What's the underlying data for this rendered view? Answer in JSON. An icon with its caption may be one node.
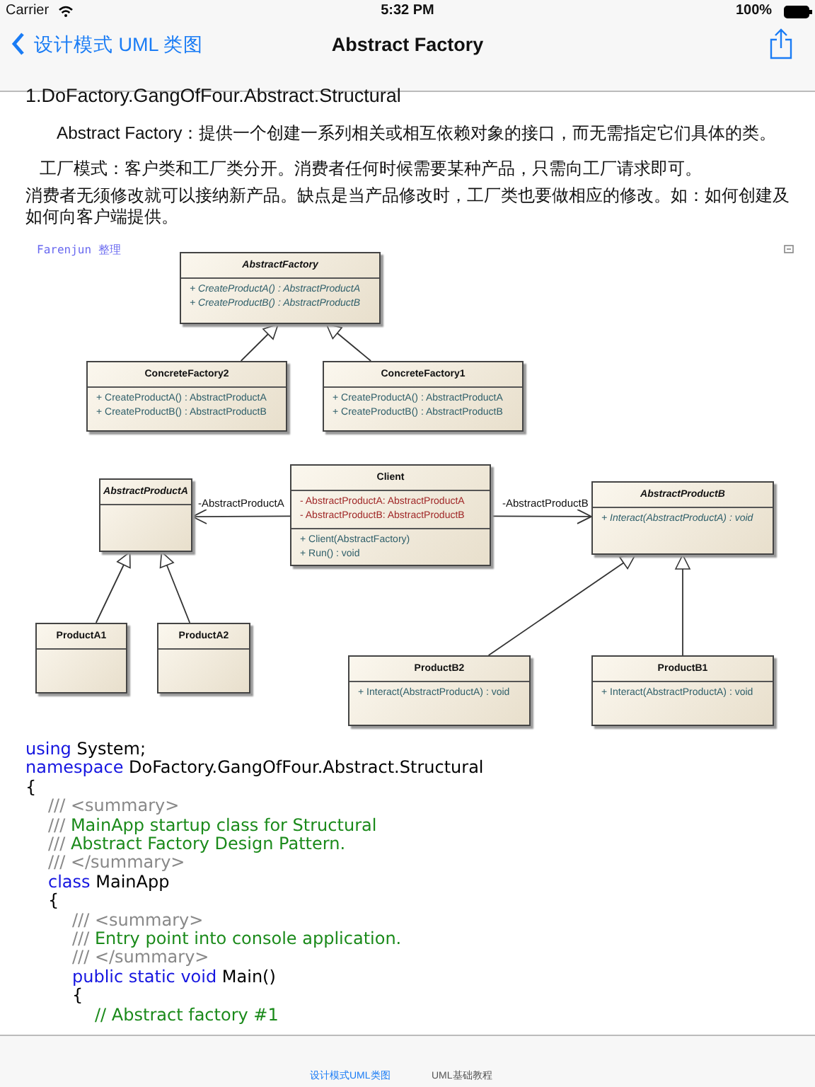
{
  "diagram": {
    "title": "Abstract Factory",
    "nodes": [
      {
        "text": [
          "AbstractFactory",
          "+ CreateProductA() : AbstractProductA",
          "+ CreateProductB() : AbstractProductB"
        ]
      },
      {
        "text": [
          "ConcreteFactory2",
          "+ CreateProductA() : AbstractProductA",
          "+ CreateProductB() : AbstractProductB"
        ]
      },
      {
        "text": [
          "ConcreteFactory1",
          "+ CreateProductA() : AbstractProductA",
          "+ CreateProductB() : AbstractProductB"
        ]
      },
      {
        "text": [
          "AbstractProductA"
        ]
      },
      {
        "text": [
          "Client",
          "- AbstractProductA:  AbstractProductA",
          "- AbstractProductB:  AbstractProductB",
          "+ Client(AbstractFactory)",
          "+ Run() : void"
        ]
      },
      {
        "text": [
          "AbstractProductB",
          "+ Interact(AbstractProductA) : void"
        ]
      },
      {
        "text": [
          "ProductA1"
        ]
      },
      {
        "text": [
          "ProductA2"
        ]
      },
      {
        "text": [
          "ProductB2",
          "+ Interact(AbstractProductA) : void"
        ]
      },
      {
        "text": [
          "ProductB1",
          "+ Interact(AbstractProductA) : void"
        ]
      }
    ],
    "edges": [
      {
        "from": 1,
        "to": 0,
        "arrow": "to"
      },
      {
        "from": 2,
        "to": 0,
        "arrow": "to"
      },
      {
        "from": 4,
        "to": 3,
        "arrow": "to",
        "label": "-AbstractProductA"
      },
      {
        "from": 4,
        "to": 5,
        "arrow": "to",
        "label": "-AbstractProductB"
      },
      {
        "from": 6,
        "to": 3,
        "arrow": "to"
      },
      {
        "from": 7,
        "to": 3,
        "arrow": "to"
      },
      {
        "from": 8,
        "to": 5,
        "arrow": "to"
      },
      {
        "from": 9,
        "to": 5,
        "arrow": "to"
      }
    ],
    "labels": [
      "Carrier",
      "5:32 PM",
      "100%",
      "设计模式 UML 类图",
      "1.DoFactory.GangOfFour.Abstract.Structural",
      "Abstract Factory：提供一个创建一系列相关或相互依赖对象的接口，而无需指定它们具体的类。",
      "工厂模式：客户类和工厂类分开。消费者任何时候需要某种产品，只需向工厂请求即可。",
      "消费者无须修改就可以接纳新产品。缺点是当产品修改时，工厂类也要做相应的修改。如：如何创建及如何向客户端提供。",
      "Farenjun 整理",
      "using System;",
      "namespace DoFactory.GangOfFour.Abstract.Structural",
      "{",
      "/// <summary>",
      "/// MainApp startup class for Structural",
      "/// Abstract Factory Design Pattern.",
      "/// </summary>",
      "class MainApp",
      "{",
      "/// <summary>",
      "/// Entry point into console application.",
      "/// </summary>",
      "public static void Main()",
      "{",
      "// Abstract factory #1",
      "设计模式UML类图",
      "UML基础教程"
    ]
  }
}
